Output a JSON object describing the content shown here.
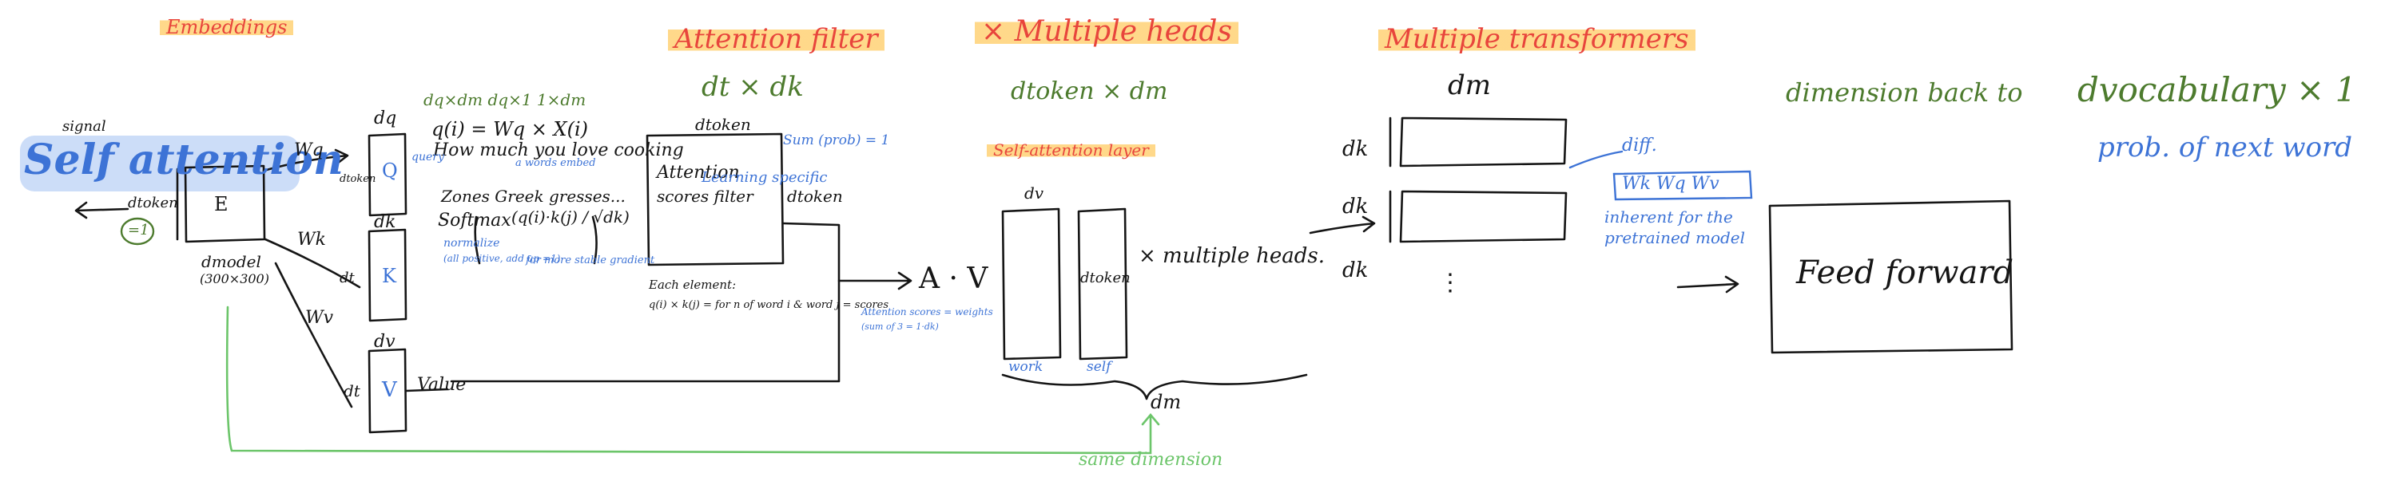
{
  "headings": {
    "embeddings": "Embeddings",
    "attention_filter": "Attention filter",
    "multiple_heads": "× Multiple heads",
    "multiple_transformers": "Multiple transformers"
  },
  "embeddings_section": {
    "signal": "signal",
    "self_attention": "Self attention",
    "dtoken": "dtoken",
    "equals_one": "=1",
    "matrix_label": "E",
    "dmodel": "dmodel",
    "dmodel_size": "(300×300)"
  },
  "weights": {
    "wq": "Wq",
    "wk": "Wk",
    "wv": "Wv"
  },
  "qkv": {
    "dq": "dq",
    "dtoken": "dtoken",
    "q": "Q",
    "dk": "dk",
    "k": "K",
    "dt": "dt",
    "dv": "dv",
    "v": "V",
    "value": "Value"
  },
  "formulas": {
    "dims_row": "dq×dm   dq×1     1×dm",
    "q_eq": "q(i) = Wq × X(i)",
    "word_embed_note": "a words embed",
    "query_sentence": "How much you love cooking",
    "query_note": "query",
    "zones_line": "Zones Greek gresses...",
    "softmax": "Softmax",
    "qk_over_sqrt": "(q(i)·k(j) / √dk)",
    "normalize": "normalize",
    "positive_note": "(all positive, add up =1)",
    "stable_grad": "for more stable gradient",
    "each_element": "Each element:",
    "elem_formula": "q(i) × k(j) = for n of word i & word j = scores",
    "attention_scores_weights": "Attention scores = weights",
    "sum_note": "(sum of 3 = 1·dk)"
  },
  "attention_filter_section": {
    "dt_dk": "dt × dk",
    "dtoken_top": "dtoken",
    "sum_prob": "Sum (prob) = 1",
    "box_line1": "Attention",
    "box_line2": "scores filter",
    "specific": "Learning specific",
    "dtoken_side": "dtoken",
    "av": "A · V"
  },
  "multihead_section": {
    "dtoken_dm": "dtoken × dm",
    "self_attention_layer": "Self-attention layer",
    "dv": "dv",
    "dtoken": "dtoken",
    "times_heads": "× multiple heads.",
    "work_label": "work",
    "self_label": "self",
    "dm_bottom": "dm"
  },
  "transformers_section": {
    "dm": "dm",
    "dk1": "dk",
    "dk2": "dk",
    "dk3": "dk",
    "ellipsis": "⋮",
    "diff": "diff.",
    "wk_wq_wv": "Wk Wq Wv",
    "inherent": "inherent for the",
    "pretrained": "pretrained model"
  },
  "ff_section": {
    "dimension_back": "dimension back to",
    "dvocab": "dvocabulary × 1",
    "prob_next": "prob. of next word",
    "feed_forward": "Feed forward"
  },
  "same_dimension": "same dimension",
  "colors": {
    "ink": "#151515",
    "red": "#e8453c",
    "green": "#4d7b2e",
    "blue": "#3d73d6",
    "light_green": "#6cc56a",
    "highlight_orange": "#ffc44c",
    "highlight_blue": "#8fb3ef"
  }
}
